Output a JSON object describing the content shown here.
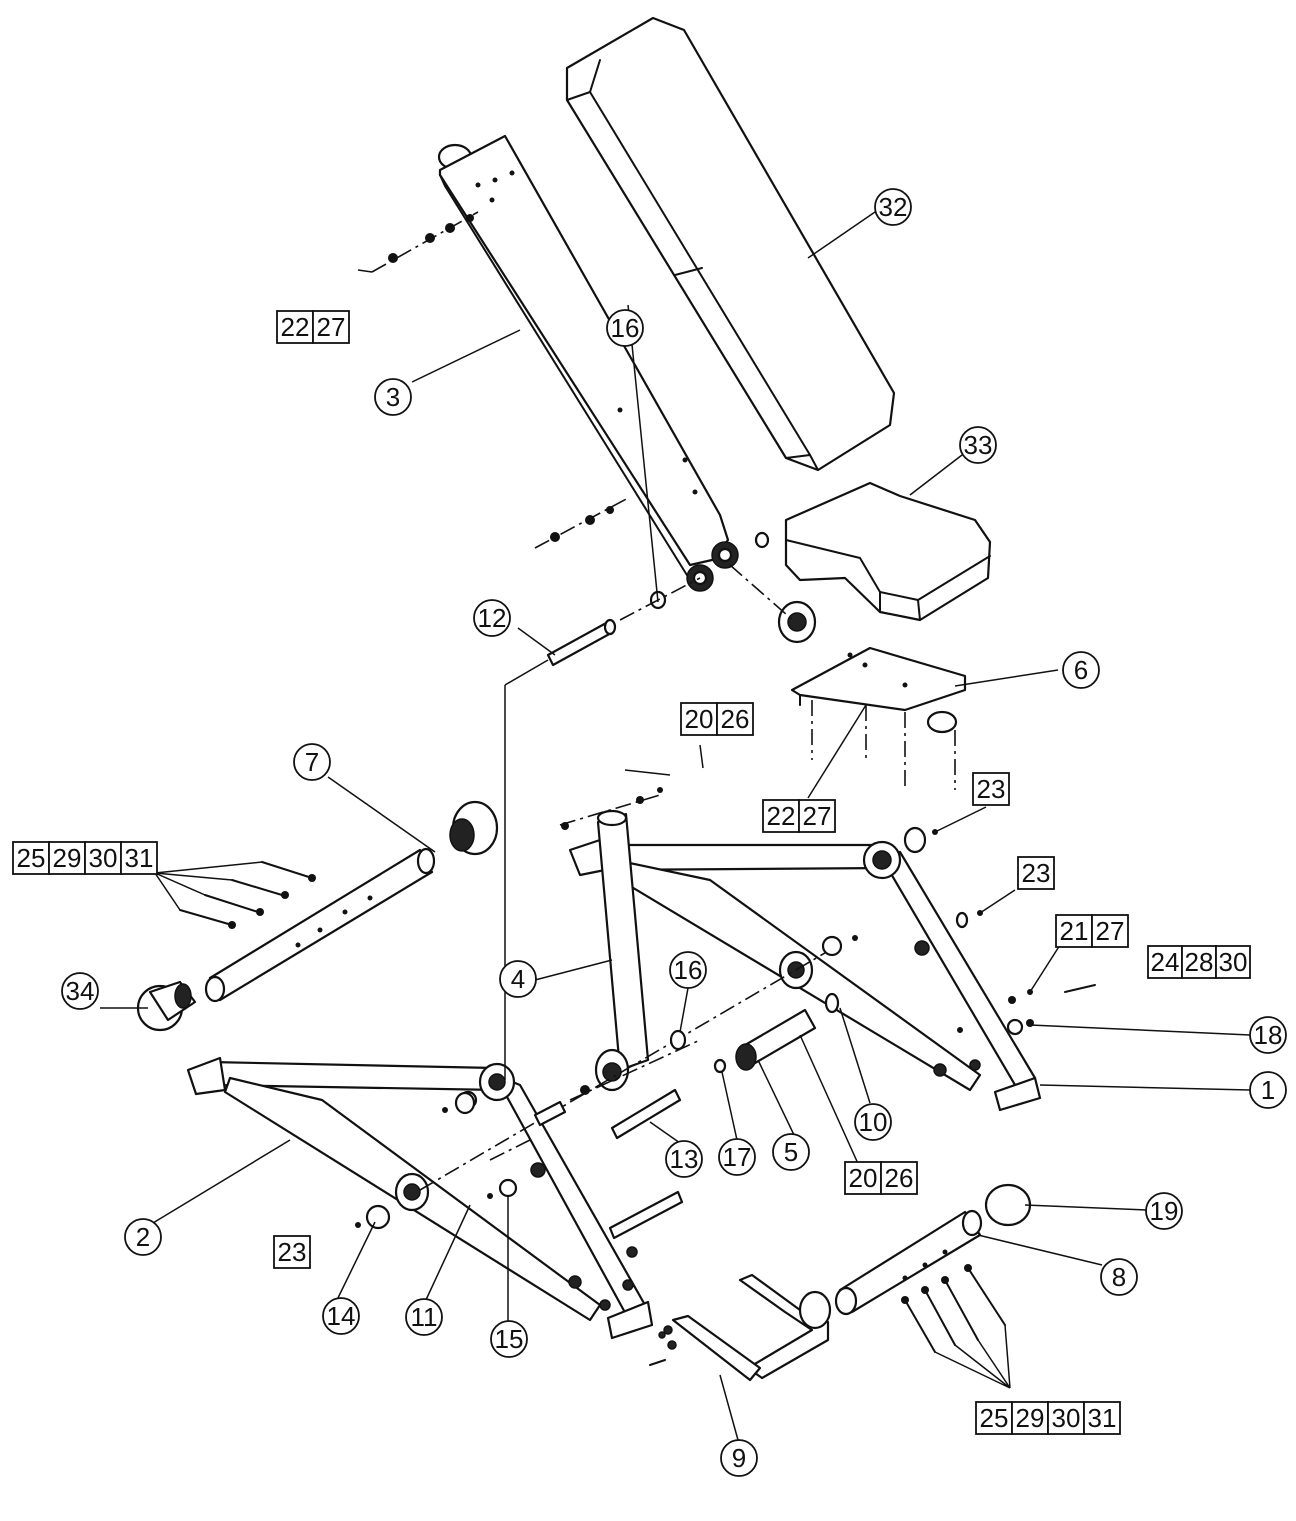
{
  "callouts": {
    "c1": "1",
    "c2": "2",
    "c3": "3",
    "c4": "4",
    "c5": "5",
    "c6": "6",
    "c7": "7",
    "c8": "8",
    "c9": "9",
    "c10": "10",
    "c11": "11",
    "c12": "12",
    "c13": "13",
    "c14": "14",
    "c15": "15",
    "c16a": "16",
    "c16b": "16",
    "c17": "17",
    "c18": "18",
    "c19": "19",
    "c32": "32",
    "c33": "33",
    "c34": "34"
  },
  "boxes": {
    "b2227_top": [
      "22",
      "27"
    ],
    "b2026_top": [
      "20",
      "26"
    ],
    "b2227_mid": [
      "22",
      "27"
    ],
    "b23_a": [
      "23"
    ],
    "b23_b": [
      "23"
    ],
    "b2127": [
      "21",
      "27"
    ],
    "b242830": [
      "24",
      "28",
      "30"
    ],
    "b25293031_left": [
      "25",
      "29",
      "30",
      "31"
    ],
    "b2026_bot": [
      "20",
      "26"
    ],
    "b23_c": [
      "23"
    ],
    "b25293031_right": [
      "25",
      "29",
      "30",
      "31"
    ]
  }
}
